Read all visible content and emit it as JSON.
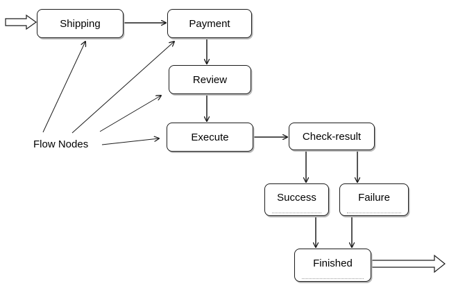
{
  "diagram": {
    "nodes": {
      "shipping": "Shipping",
      "payment": "Payment",
      "review": "Review",
      "execute": "Execute",
      "check_result": "Check-result",
      "success": "Success",
      "failure": "Failure",
      "finished": "Finished"
    },
    "annotation": "Flow Nodes",
    "edges": [
      {
        "from": "shipping",
        "to": "payment"
      },
      {
        "from": "payment",
        "to": "review"
      },
      {
        "from": "review",
        "to": "execute"
      },
      {
        "from": "execute",
        "to": "check_result"
      },
      {
        "from": "check_result",
        "to": "success"
      },
      {
        "from": "check_result",
        "to": "failure"
      },
      {
        "from": "success",
        "to": "finished"
      },
      {
        "from": "failure",
        "to": "finished"
      }
    ],
    "annotation_targets": [
      "shipping",
      "payment",
      "review",
      "execute"
    ],
    "entry": "shipping",
    "exit": "finished",
    "colors": {
      "line": "#1a1a1a",
      "shadow": "#b8b8b8",
      "background": "#ffffff"
    }
  }
}
